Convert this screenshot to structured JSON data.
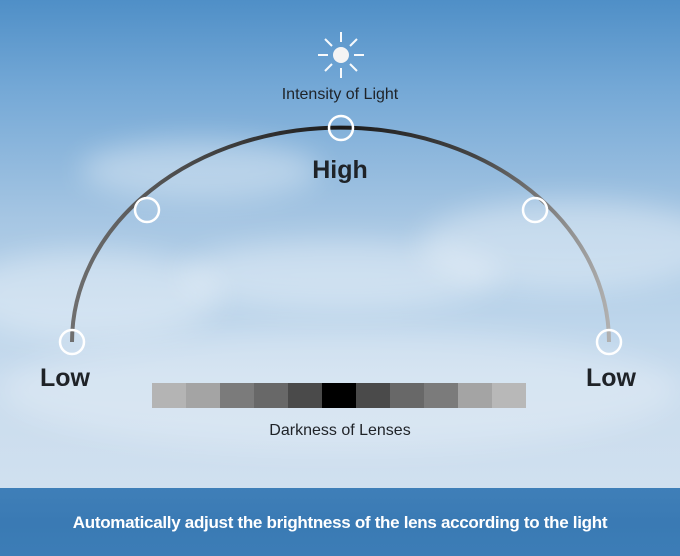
{
  "labels": {
    "intensity": "Intensity of Light",
    "high": "High",
    "low_left": "Low",
    "low_right": "Low",
    "darkness": "Darkness of Lenses",
    "caption": "Automatically adjust the brightness of the lens according to the light"
  },
  "darkness_scale": [
    "#b4b4b4",
    "#a4a4a4",
    "#7b7b7b",
    "#686868",
    "#4a4a4a",
    "#000000",
    "#4a4a4a",
    "#686868",
    "#7b7b7b",
    "#a4a4a4",
    "#b8b8b8"
  ],
  "icons": {
    "sun": "sun-icon"
  }
}
